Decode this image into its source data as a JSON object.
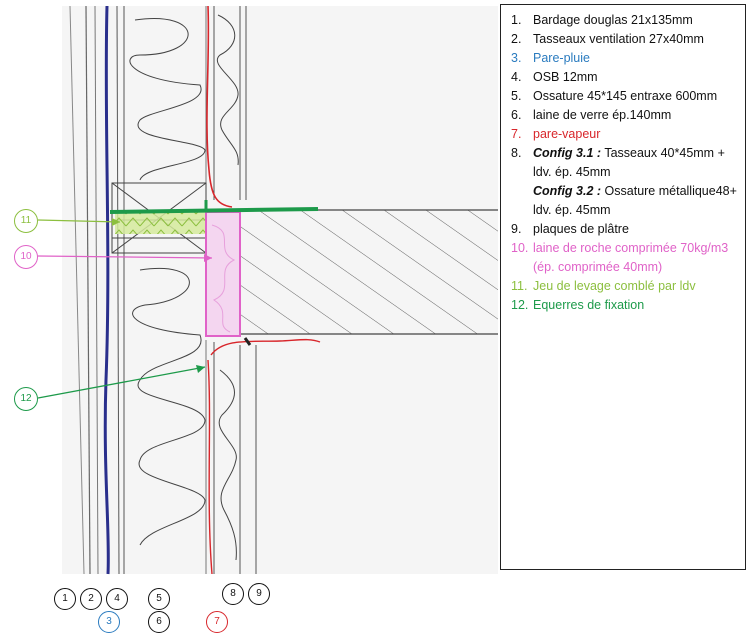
{
  "legend": {
    "items": [
      {
        "num": "1.",
        "text": "Bardage douglas 21x135mm",
        "color": "#111111"
      },
      {
        "num": "2.",
        "text": "Tasseaux ventilation 27x40mm",
        "color": "#111111"
      },
      {
        "num": "3.",
        "text": "Pare-pluie",
        "color": "#2a7bbf"
      },
      {
        "num": "4.",
        "text": "OSB 12mm",
        "color": "#111111"
      },
      {
        "num": "5.",
        "text": "Ossature 45*145 entraxe 600mm",
        "color": "#111111"
      },
      {
        "num": "6.",
        "text": "laine de verre ép.140mm",
        "color": "#111111"
      },
      {
        "num": "7.",
        "text": "pare-vapeur",
        "color": "#d8262b"
      },
      {
        "num": "8.",
        "config1_label": "Config 3.1 :",
        "config1_text": "Tasseaux 40*45mm + ldv. ép. 45mm",
        "config2_label": "Config 3.2 :",
        "config2_text": "Ossature métallique48+ ldv. ép. 45mm",
        "color": "#111111"
      },
      {
        "num": "9.",
        "text": "plaques de plâtre",
        "color": "#111111"
      },
      {
        "num": "10.",
        "text": "laine de roche comprimée 70kg/m3 (ép. comprimée 40mm)",
        "color": "#e062c8"
      },
      {
        "num": "11.",
        "text": "Jeu de levage comblé par ldv",
        "color": "#8cbf3f"
      },
      {
        "num": "12.",
        "text": "Equerres de fixation",
        "color": "#1d9a4a"
      }
    ]
  },
  "callouts": [
    {
      "label": "11",
      "color": "#8cbf3f"
    },
    {
      "label": "10",
      "color": "#e062c8"
    },
    {
      "label": "12",
      "color": "#1d9a4a"
    }
  ],
  "bottom_markers": [
    {
      "label": "1",
      "color": "#111111"
    },
    {
      "label": "2",
      "color": "#111111"
    },
    {
      "label": "4",
      "color": "#111111"
    },
    {
      "label": "3",
      "color": "#2a7bbf"
    },
    {
      "label": "5",
      "color": "#111111"
    },
    {
      "label": "6",
      "color": "#111111"
    },
    {
      "label": "8",
      "color": "#111111"
    },
    {
      "label": "9",
      "color": "#111111"
    },
    {
      "label": "7",
      "color": "#d8262b"
    }
  ]
}
